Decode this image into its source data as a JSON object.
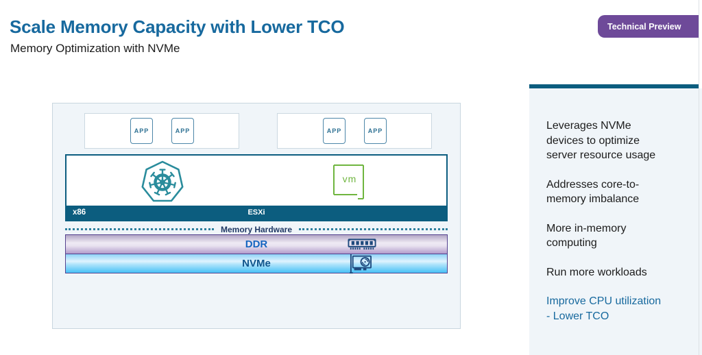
{
  "slide": {
    "title": "Scale Memory Capacity with Lower TCO",
    "subtitle": "Memory Optimization with NVMe",
    "badge": "Technical Preview"
  },
  "diagram": {
    "app_groups": [
      {
        "apps": [
          {
            "label": "APP"
          },
          {
            "label": "APP"
          }
        ]
      },
      {
        "apps": [
          {
            "label": "APP"
          },
          {
            "label": "APP"
          }
        ]
      }
    ],
    "platform": {
      "host_label": "x86",
      "hypervisor_label": "ESXi",
      "vm_label": "vm",
      "icons": {
        "container_runtime": "kubernetes-helm-icon",
        "virtual_machine": "vm-square-icon"
      }
    },
    "memory": {
      "section_label": "Memory Hardware",
      "layers": [
        {
          "label": "DDR",
          "icon": "ram-module-icon"
        },
        {
          "label": "NVMe",
          "icon": "nvme-card-icon"
        }
      ]
    }
  },
  "sidebar": {
    "items": [
      {
        "text": "Leverages NVMe\ndevices to optimize\nserver resource usage",
        "highlight": false
      },
      {
        "text": "Addresses core-to-\nmemory imbalance",
        "highlight": false
      },
      {
        "text": "More in-memory\ncomputing",
        "highlight": false
      },
      {
        "text": "Run more workloads",
        "highlight": false
      },
      {
        "text": "Improve CPU utilization\n- Lower TCO",
        "highlight": true
      }
    ]
  },
  "colors": {
    "title_blue": "#17699E",
    "badge_purple": "#6E4A99",
    "platform_teal": "#0C5D7F",
    "kubernetes_teal": "#2A8C9C",
    "vm_green": "#6FB53F",
    "ddr_text_blue": "#1565C0",
    "nvme_text_blue": "#11558C",
    "layer_border_purple": "#54418E",
    "icon_navy": "#1F4A7E",
    "panel_background": "#F0F5F9"
  }
}
